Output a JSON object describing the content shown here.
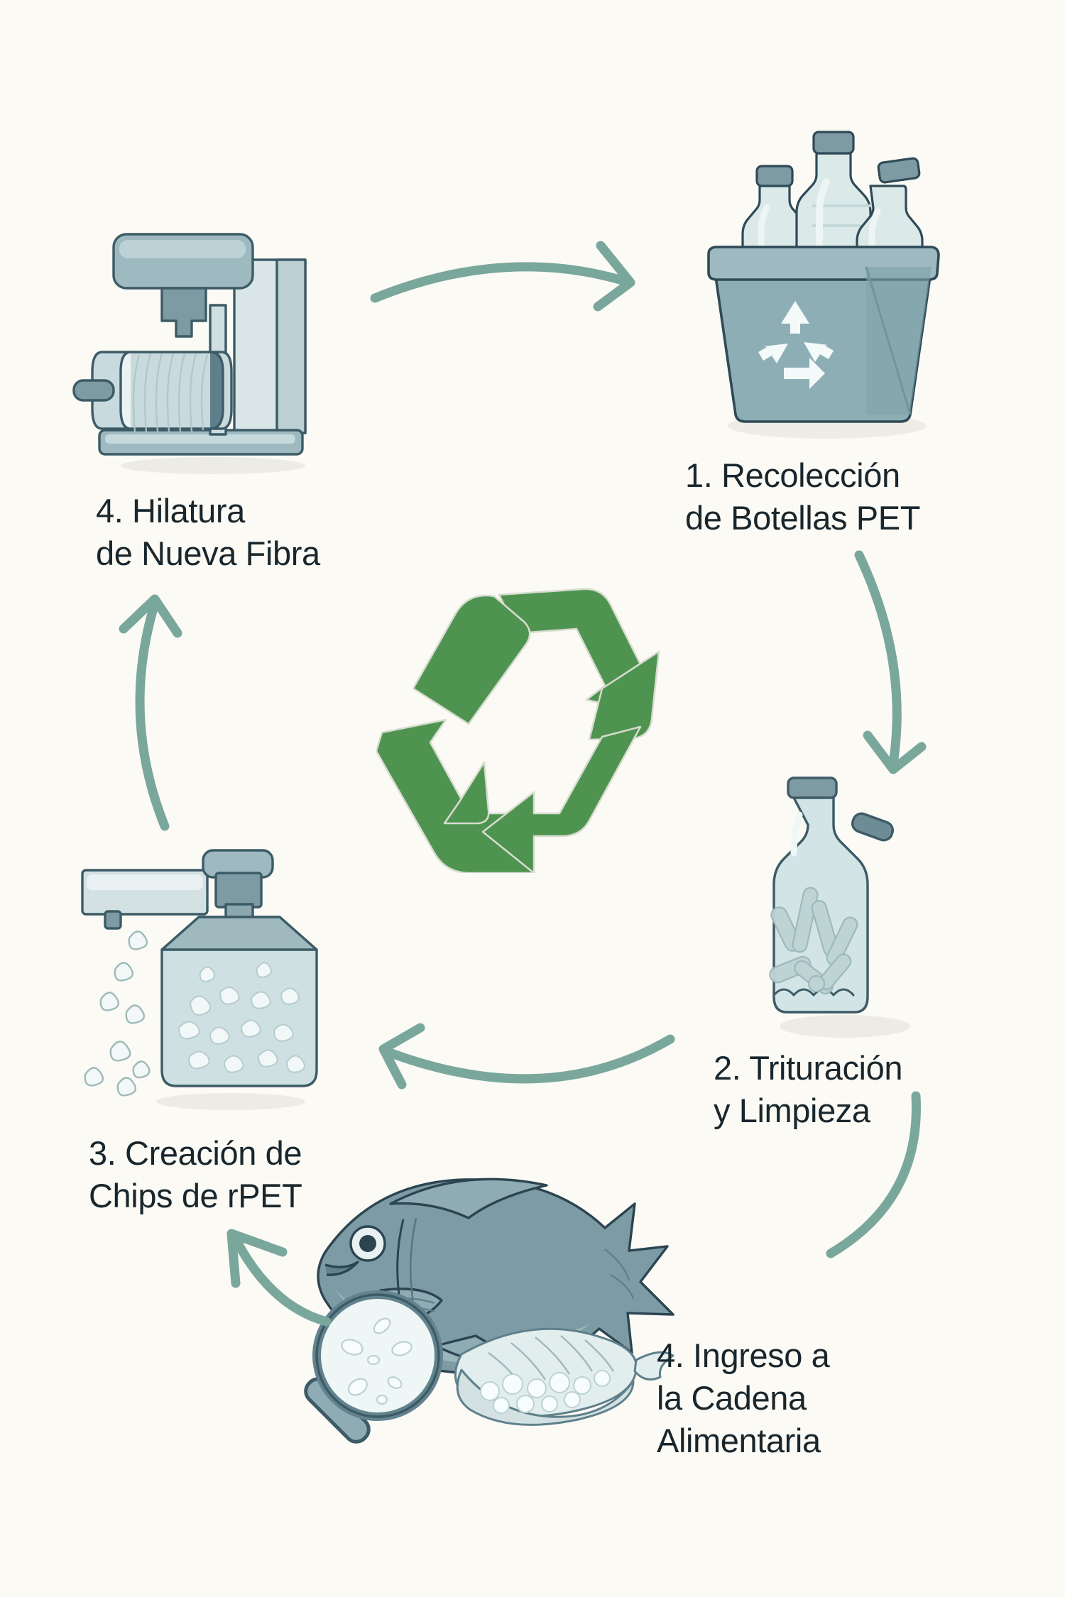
{
  "page": {
    "background_color": "#FBFAF5",
    "title_text_color": "#19262C",
    "accent_green": "#4E9450",
    "arrow_color": "#7AA79B",
    "illustration_blue": "#8FAFB6",
    "illustration_outline": "#3B5662",
    "illustration_glass": "#D9E5E6"
  },
  "steps": [
    {
      "id": "step-1",
      "number": "1.",
      "label": "1. Recolección\nde Botellas PET",
      "illustration": "recycling-bin-with-pet-bottles-icon"
    },
    {
      "id": "step-2",
      "number": "2.",
      "label": "2. Trituración\ny Limpieza",
      "illustration": "bottle-with-shredded-flakes-icon"
    },
    {
      "id": "step-3",
      "number": "3.",
      "label": "3. Creación de\nChips de rPET",
      "illustration": "hopper-with-rpet-chips-icon"
    },
    {
      "id": "step-4",
      "number": "4.",
      "label": "4. Hilatura\nde Nueva  Fibra",
      "illustration": "fiber-spinning-machine-icon"
    },
    {
      "id": "step-5",
      "number": "4.",
      "label": "4. Ingreso a\nla Cadena\nAlimentaria",
      "illustration": "fish-with-magnifier-and-fillet-icon"
    }
  ],
  "center": {
    "symbol": "recycling-mobius-loop-icon",
    "color": "#4E9450"
  },
  "arrows": [
    {
      "name": "arrow-machine-to-bin",
      "direction": "right"
    },
    {
      "name": "arrow-bin-to-flakes",
      "direction": "down"
    },
    {
      "name": "arrow-flakes-to-chips",
      "direction": "left"
    },
    {
      "name": "arrow-chips-to-machine",
      "direction": "up"
    },
    {
      "name": "arrow-fish-to-chips",
      "direction": "up-left"
    },
    {
      "name": "arrow-flakes-to-fish",
      "direction": "down-left"
    }
  ]
}
